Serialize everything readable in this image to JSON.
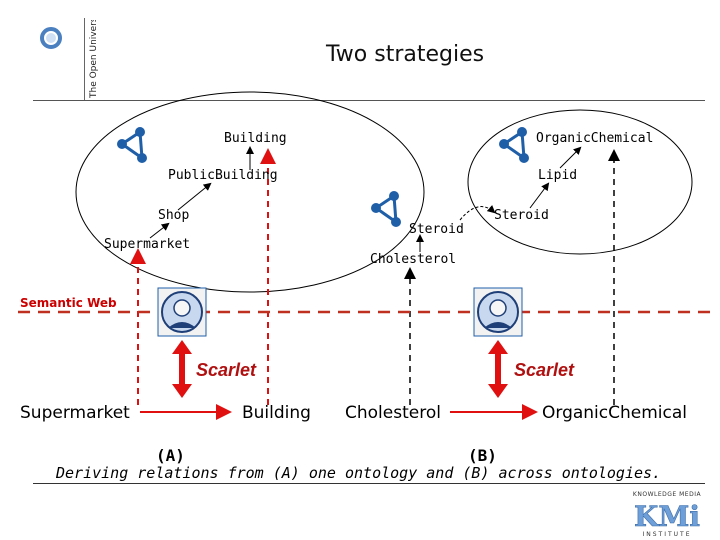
{
  "header": {
    "title": "Two strategies",
    "university_logo_text": "The Open University"
  },
  "left_ontology": {
    "terms": [
      "Building",
      "PublicBuilding",
      "Shop",
      "Supermarket"
    ]
  },
  "middle_ontology": {
    "terms": [
      "Steroid",
      "Cholesterol"
    ]
  },
  "right_ontology": {
    "terms": [
      "OrganicChemical",
      "Lipid",
      "Steroid"
    ]
  },
  "semantic_web_label": "Semantic Web",
  "bottom": {
    "a": {
      "agent": "Scarlet",
      "from": "Supermarket",
      "to": "Building",
      "label": "(A)"
    },
    "b": {
      "agent": "Scarlet",
      "from": "Cholesterol",
      "to": "OrganicChemical",
      "label": "(B)"
    }
  },
  "caption": "Deriving relations from (A) one ontology and (B) across ontologies.",
  "footer": {
    "logo_line1": "KNOWLEDGE MEDIA",
    "logo_mark": "KMi",
    "logo_line2": "INSTITUTE"
  },
  "colors": {
    "arrow_red": "#e01010",
    "semantic_web_line": "#c03020",
    "scarlet_red": "#b01010",
    "node_blue": "#1f5fa8"
  }
}
